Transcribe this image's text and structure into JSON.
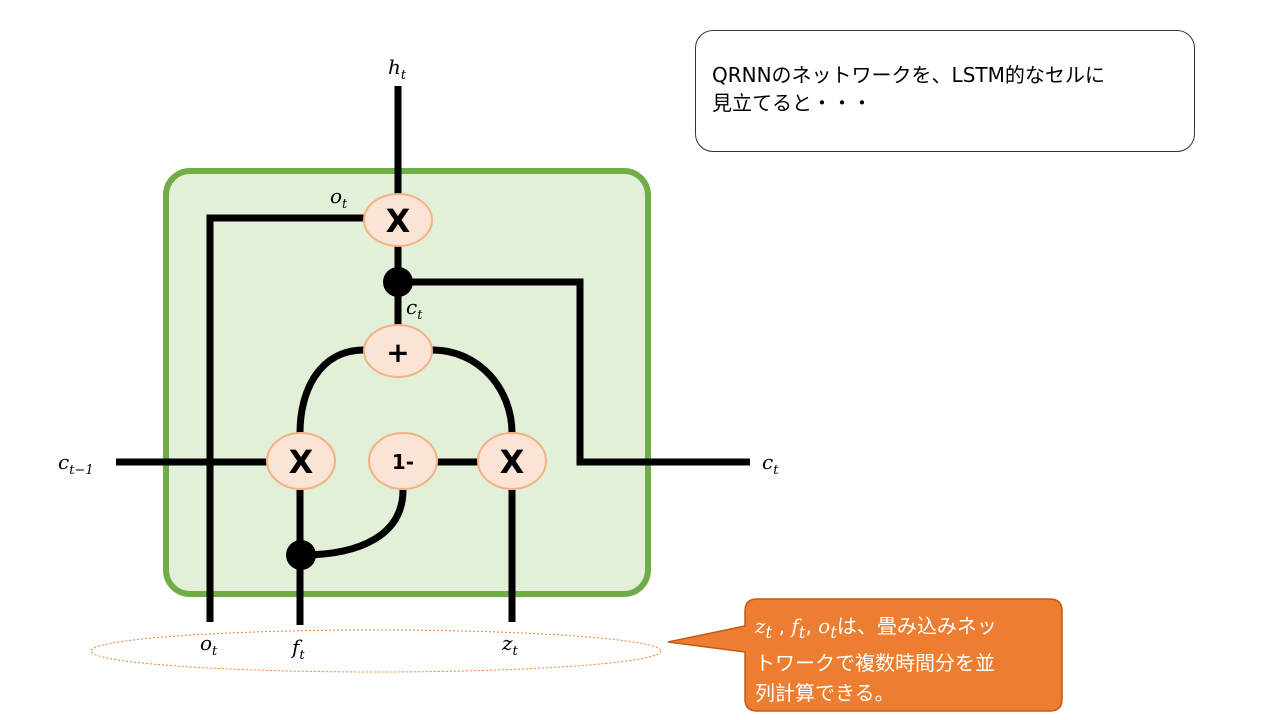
{
  "callout": {
    "text_line1": "QRNNのネットワークを、LSTM的なセルに",
    "text_line2": "見立てると・・・"
  },
  "note": {
    "vars": [
      "z",
      "f",
      "o"
    ],
    "sub": "t",
    "sep1": " , ",
    "sep2": ", ",
    "line1_rest": "は、畳み込みネッ",
    "line2": "トワークで複数時間分を並",
    "line3": "列計算できる。"
  },
  "labels": {
    "h_t": {
      "base": "h",
      "sub": "t"
    },
    "o_t_top": {
      "base": "o",
      "sub": "t"
    },
    "c_t_mid": {
      "base": "c",
      "sub": "t"
    },
    "c_prev": {
      "base": "c",
      "sub": "t−1"
    },
    "c_t_right": {
      "base": "c",
      "sub": "t"
    },
    "o_t_bottom": {
      "base": "o",
      "sub": "t"
    },
    "f_t_bottom": {
      "base": "f",
      "sub": "t"
    },
    "z_t_bottom": {
      "base": "z",
      "sub": "t"
    }
  },
  "ops": {
    "mul_top": "X",
    "add": "+",
    "mul_left": "X",
    "one_minus": "1-",
    "mul_right": "X"
  },
  "colors": {
    "cell_fill": "#e2efd9",
    "cell_border": "#70ad47",
    "op_fill": "#fbe4d5",
    "op_border": "#f4b183",
    "line": "#000000",
    "note_fill": "#ed7d31",
    "note_border": "#c55a11",
    "ellipse_stroke": "#ed7d31"
  }
}
